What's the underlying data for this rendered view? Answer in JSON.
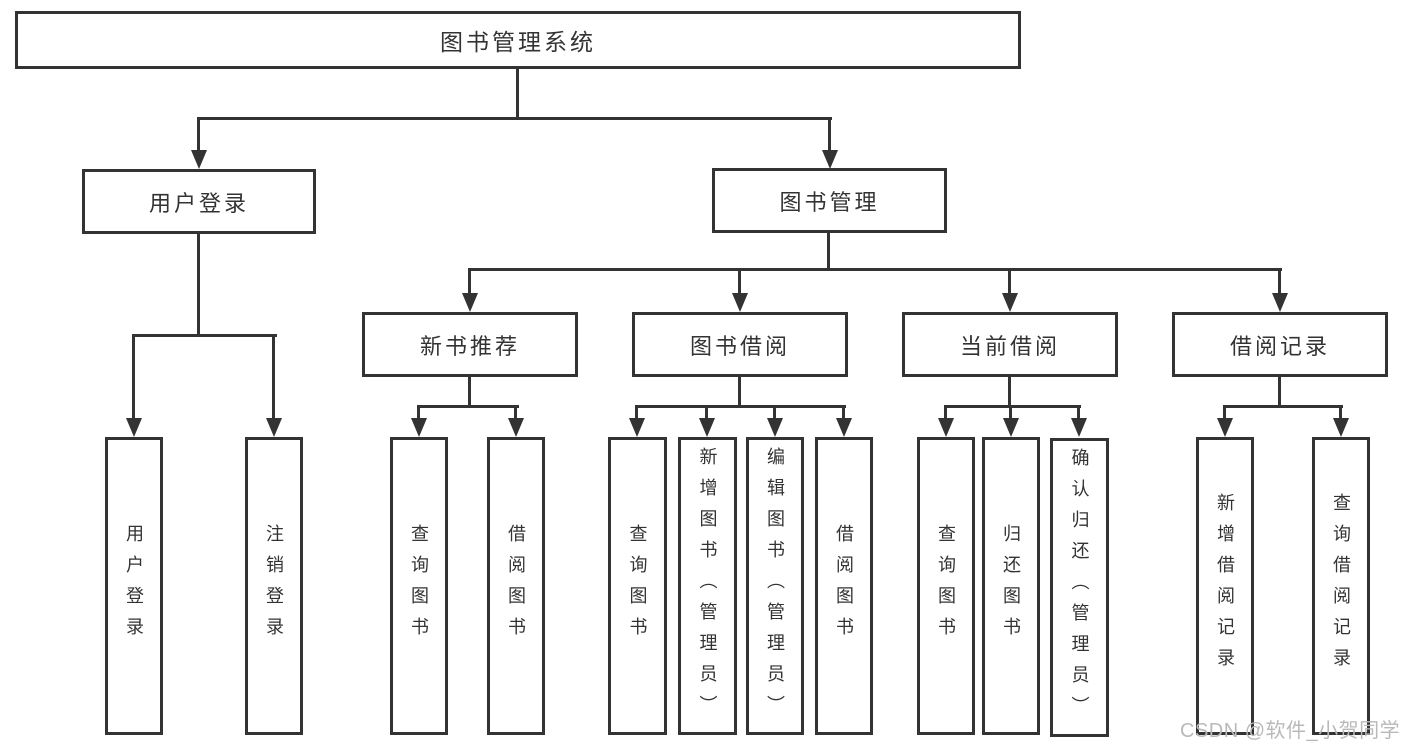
{
  "tree": {
    "label": "图书管理系统",
    "children": [
      {
        "label": "用户登录",
        "children": [
          {
            "label": "用户登录"
          },
          {
            "label": "注销登录"
          }
        ]
      },
      {
        "label": "图书管理",
        "children": [
          {
            "label": "新书推荐",
            "children": [
              {
                "label": "查询图书"
              },
              {
                "label": "借阅图书"
              }
            ]
          },
          {
            "label": "图书借阅",
            "children": [
              {
                "label": "查询图书"
              },
              {
                "label": "新增图书（管理员）"
              },
              {
                "label": "编辑图书（管理员）"
              },
              {
                "label": "借阅图书"
              }
            ]
          },
          {
            "label": "当前借阅",
            "children": [
              {
                "label": "查询图书"
              },
              {
                "label": "归还图书"
              },
              {
                "label": "确认归还（管理员）"
              }
            ]
          },
          {
            "label": "借阅记录",
            "children": [
              {
                "label": "新增借阅记录"
              },
              {
                "label": "查询借阅记录"
              }
            ]
          }
        ]
      }
    ]
  },
  "watermark": {
    "text": "CSDN @软件_小贺同学"
  },
  "colors": {
    "line": "#333333",
    "text": "#333333",
    "background": "#ffffff",
    "watermark": "#b9b9b9"
  }
}
